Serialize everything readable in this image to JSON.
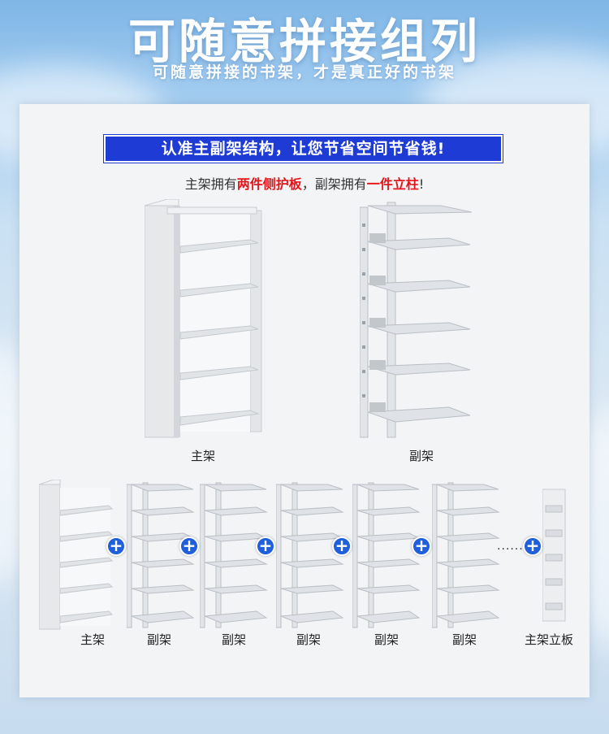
{
  "headline": "可随意拼接组列",
  "subline": "可随意拼接的书架，才是真正好的书架",
  "banner": "认准主副架结构，让您节省空间节省钱!",
  "desc": {
    "p1": "主架拥有",
    "r1": "两件侧护板",
    "p2": "，副架拥有",
    "r2": "一件立柱",
    "p3": "!"
  },
  "top_labels": {
    "main": "主架",
    "sub": "副架"
  },
  "bottom_labels": [
    "主架",
    "副架",
    "副架",
    "副架",
    "副架",
    "副架",
    "主架立板"
  ],
  "plus_symbol": "+",
  "ellipsis": "......",
  "colors": {
    "banner": "#1f3bd6",
    "accent_red": "#e3151a",
    "plus": "#1f5fd9"
  }
}
